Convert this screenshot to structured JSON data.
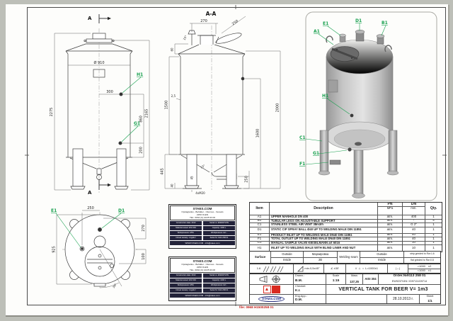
{
  "drawing": {
    "front": {
      "cut_label_top": "A",
      "cut_label_bottom": "A",
      "dim_total_height": "2275",
      "dim_diameter": "Ø 910",
      "dim_h1_offset": "300",
      "dim_h1_g1": "860",
      "dim_g1_bottom": "200",
      "dim_shell_height": "2165",
      "label_h1": "H1",
      "label_g1": "G1"
    },
    "bottom": {
      "dim_top": "250",
      "dim_left": "925",
      "dim_right_upper": "270",
      "dim_right_lower": "100",
      "dim_angle": "30°",
      "label_e1": "E1",
      "label_d1": "D1"
    },
    "section": {
      "title": "A-A",
      "dim_top": "270",
      "dim_lid": "250",
      "dim_vent": "60",
      "angle_vent": "15°",
      "dim_wall": "2,5",
      "dim_shell": "1500",
      "dim_right_outer": "2000",
      "dim_right_inner": "1600",
      "dim_cone": "445",
      "dim_foot": "40",
      "dim_leg": "45",
      "angle_cone": "15°",
      "dim_outlet": "250",
      "bolt_note": "4xM20"
    },
    "iso": {
      "label_a1": "A1",
      "label_b1": "B1",
      "label_c1": "C1",
      "label_d1": "D1",
      "label_e1": "E1",
      "label_f1": "F1",
      "label_g1": "G1",
      "label_h1": "H1"
    }
  },
  "parts_table": {
    "header": {
      "item": "Item",
      "description": "Description",
      "pn": "PN",
      "pn_unit": "MPa",
      "dn": "DN",
      "dn_unit": "mm.",
      "qty": "Qty."
    },
    "rows": [
      {
        "item": "A1",
        "description": "UPPER MANHOLE DN 400",
        "pn": "atm.",
        "dn": "400",
        "qty": "1"
      },
      {
        "item": "B1",
        "description": "TUBULAR LEGS ON ADJUSTABLE SUPPORT",
        "pn": "atm.",
        "dn": "-",
        "qty": "4"
      },
      {
        "item": "C1",
        "description": "STAINLESS STEEL AIR VENT 38m3/h",
        "pn": "atm.",
        "dn": "G 2\"",
        "qty": "1"
      },
      {
        "item": "D1",
        "description": "STATIC CIP SPRAY BALL Ø40 UP TO WELDING MALE DIN 11851",
        "pn": "atm.",
        "dn": "40",
        "qty": "1"
      },
      {
        "item": "E1",
        "description": "PRODUCT INLET UP TO WELDING MALE DN40 DIN 11851",
        "pn": "atm.",
        "dn": "40",
        "qty": "1"
      },
      {
        "item": "F1",
        "description": "TOTAL OUTLET UP TO WELDING MALE DN40 DIN 11851",
        "pn": "atm.",
        "dn": "40",
        "qty": "1"
      },
      {
        "item": "G1",
        "description": "MANUAL SAMPLE VALVE KIESELMANN art 6016",
        "pn": "atm.",
        "dn": "10",
        "qty": "1"
      },
      {
        "item": "H1",
        "description": "INLET UP TO WELDING MALE WITH BLIND LINER AND NUT",
        "pn": "atm.",
        "dn": "10",
        "qty": "1"
      }
    ]
  },
  "surface_block": {
    "label": "Surface",
    "outside": "Outside",
    "inside": "Inside",
    "marking": "Маркировка",
    "marking_value": "2B",
    "welding_seam": "Welding seam",
    "outside2": "Outside",
    "inside2": "Inside",
    "outside_note": "strip grinded to Ra<1.6",
    "inside_note": "flat grinded to Ra<0.8"
  },
  "tolerance_block": {
    "roughness": "1.6",
    "chamfer": "min.0,5x45°",
    "angle_symbol": "∠",
    "angle_tol": "±30'",
    "parallel": "//",
    "perpendicular": "⊥",
    "round": "○",
    "length_tol": "L=1000±1",
    "arrow": "|↔|",
    "over": ">1000",
    "over_tol": "±2",
    "under": "<1000",
    "under_tol": "±1"
  },
  "title_block": {
    "drawn_label": "Drawn.:",
    "drawn": "B.M.",
    "checked_label": "Checket:",
    "checked": "K.I.",
    "approved_label": "Eng.App.:",
    "approved": "D.M.",
    "scale_label": "Scale",
    "scale": "1:15",
    "mass_label": "Mass",
    "mass": "137,35",
    "material": "AISI 304",
    "order_label": "Order.№9113 258 01",
    "order_ids": "EW9237V4N / ID9713-ID9714",
    "title": "VERTICAL TANK FOR BEER V= 1m3",
    "date": "28.10.2013 г.",
    "sheet_label": "Sheet",
    "sheet": "1/1",
    "logo_text": "STAES.COM",
    "file_note": "file: 0968 H1500258 01"
  },
  "stamp": {
    "company": "STAES.COM",
    "line2": "Opslagtanks - Behälter - Citernes - Vessels",
    "line3": "2250 OLEN",
    "line4": "TEL. 0032 (0) 14/25.93.00",
    "boxes": [
      "Construction date: 2013",
      "Serial no: EW9237V4N",
      "Material vessel: AISI 304",
      "Capacity: 1000 L",
      "Workpressure: ATM.",
      "Workpressure coil: -",
      "Inhoud density: 1 kg/dm³",
      "Serial Nr: 9113 258 01"
    ],
    "footer": "WWW.STAES.COM - info@staes.com"
  }
}
